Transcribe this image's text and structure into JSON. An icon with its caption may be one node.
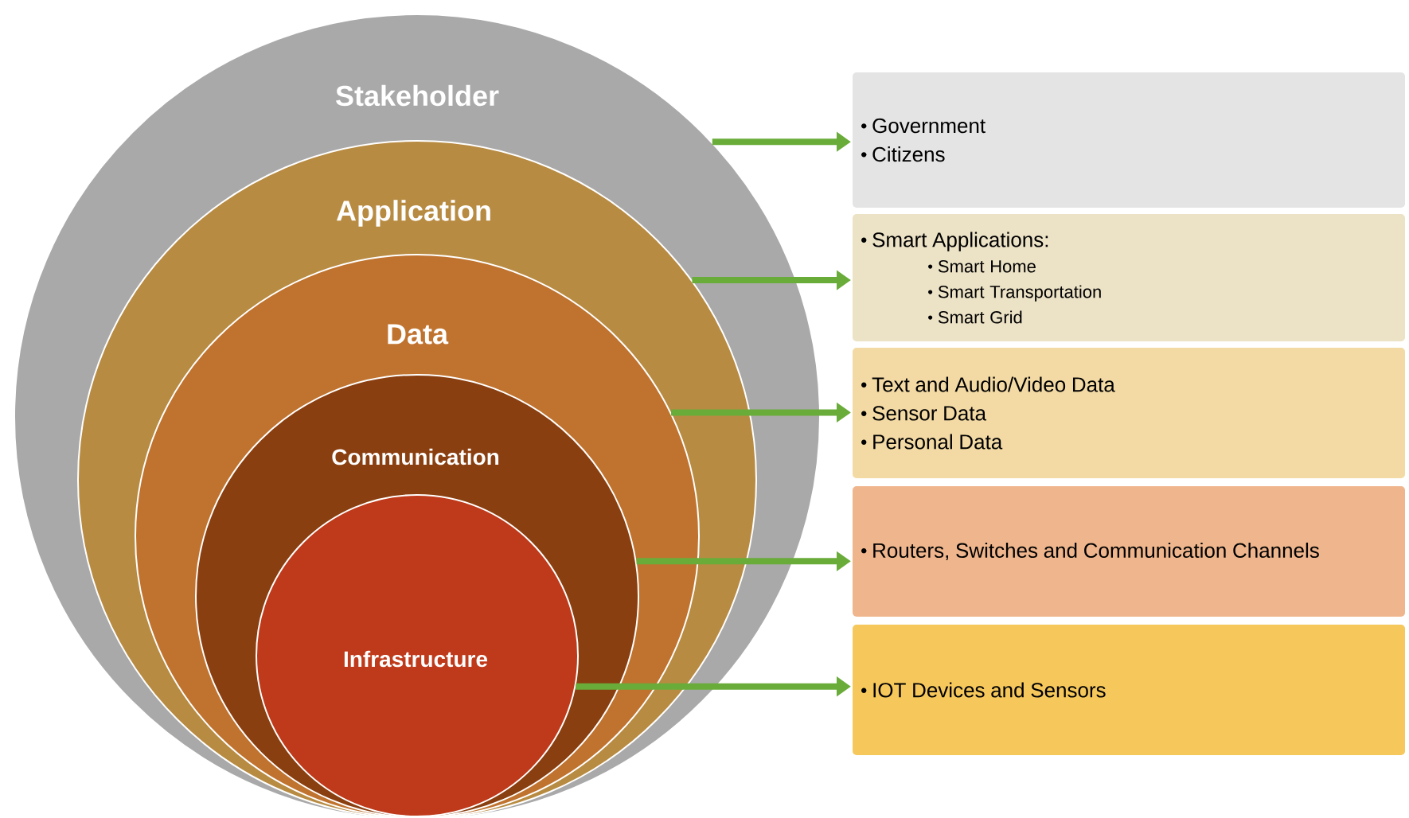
{
  "diagram": {
    "nodes": [
      {
        "text": [
          "Stakeholder"
        ]
      },
      {
        "text": [
          "Application"
        ],
        "in": 0
      },
      {
        "text": [
          "Data"
        ],
        "in": 1
      },
      {
        "text": [
          "Communication"
        ],
        "in": 2
      },
      {
        "text": [
          "Infrastructure"
        ],
        "in": 3
      },
      {
        "text": [
          "Government",
          "Citizens"
        ]
      },
      {
        "text": [
          "Smart Applications:",
          "Smart Home",
          "Smart Transportation",
          "Smart Grid"
        ]
      },
      {
        "text": [
          "Text and Audio/Video Data",
          "Sensor Data",
          "Personal Data"
        ]
      },
      {
        "text": [
          "Routers, Switches and Communication Channels"
        ]
      },
      {
        "text": [
          "IOT Devices and Sensors"
        ]
      }
    ],
    "edges": [
      {
        "from": 0,
        "to": 5,
        "arrow": "to"
      },
      {
        "from": 1,
        "to": 6,
        "arrow": "to"
      },
      {
        "from": 2,
        "to": 7,
        "arrow": "to"
      },
      {
        "from": 3,
        "to": 8,
        "arrow": "to"
      },
      {
        "from": 4,
        "to": 9,
        "arrow": "to"
      }
    ]
  }
}
